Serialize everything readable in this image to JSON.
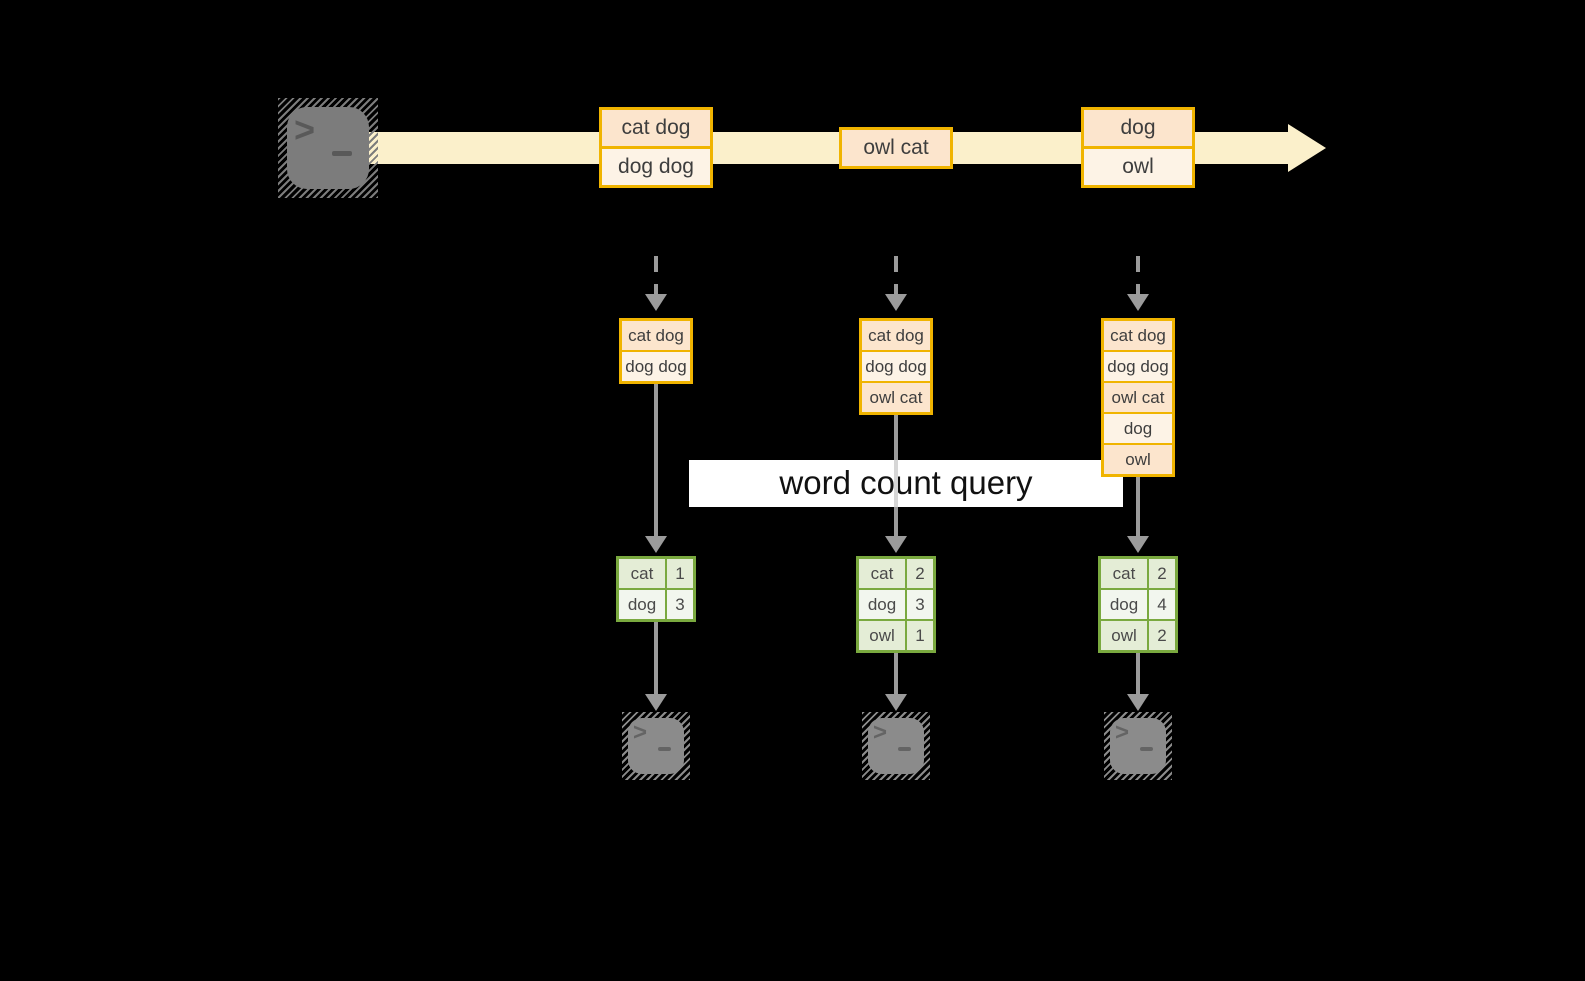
{
  "colors": {
    "background": "#000000",
    "timeline_fill": "#FBF0CB",
    "orange_border": "#F0B400",
    "orange_fill_dark": "#FCE5CD",
    "orange_fill_light": "#FDF3E6",
    "green_border": "#7AA93F",
    "green_fill_dark": "#E4EDD6",
    "green_fill_light": "#F2F6EE",
    "arrow_gray": "#9B9B9B",
    "icon_gray": "#7C7C7C",
    "icon_gray_light": "#8B8B8B",
    "text_dark": "#3E3E3E",
    "query_bg": "#FFFFFF",
    "query_text": "#111111"
  },
  "icons": {
    "source": "terminal-icon",
    "sinks": [
      "terminal-icon",
      "terminal-icon",
      "terminal-icon"
    ]
  },
  "timeline": {
    "events": [
      {
        "lines": [
          "cat dog",
          "dog dog"
        ]
      },
      {
        "lines": [
          "owl cat"
        ]
      },
      {
        "lines": [
          "dog",
          "owl"
        ]
      }
    ]
  },
  "query": {
    "label": "word count query"
  },
  "columns": [
    {
      "state_rows": [
        "cat dog",
        "dog dog"
      ],
      "counts": [
        {
          "word": "cat",
          "count": "1"
        },
        {
          "word": "dog",
          "count": "3"
        }
      ]
    },
    {
      "state_rows": [
        "cat dog",
        "dog dog",
        "owl cat"
      ],
      "counts": [
        {
          "word": "cat",
          "count": "2"
        },
        {
          "word": "dog",
          "count": "3"
        },
        {
          "word": "owl",
          "count": "1"
        }
      ]
    },
    {
      "state_rows": [
        "cat dog",
        "dog dog",
        "owl cat",
        "dog",
        "owl"
      ],
      "counts": [
        {
          "word": "cat",
          "count": "2"
        },
        {
          "word": "dog",
          "count": "4"
        },
        {
          "word": "owl",
          "count": "2"
        }
      ]
    }
  ]
}
